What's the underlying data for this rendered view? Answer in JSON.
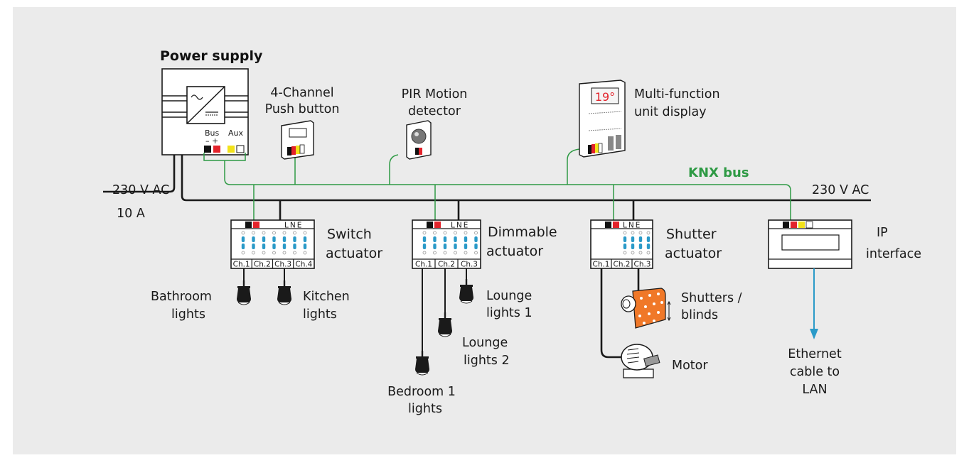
{
  "colors": {
    "background": "#ebebeb",
    "knx_bus": "#2e9a44",
    "mains": "#1a1a1a",
    "ethernet": "#2a9ac8",
    "terminal_black": "#111111",
    "terminal_red": "#e3232b",
    "terminal_yellow": "#f2e21a",
    "shutter": "#f07828"
  },
  "power_supply": {
    "title": "Power supply",
    "bus_label": "Bus",
    "bus_polarity": "– +",
    "aux_label": "Aux"
  },
  "devices": {
    "push_button": [
      "4-Channel",
      "Push button"
    ],
    "pir": [
      "PIR Motion",
      "detector"
    ],
    "multifunction": [
      "Multi-function",
      "unit display"
    ],
    "multifunction_readout": "19°"
  },
  "bus": {
    "knx_label": "KNX bus",
    "mains_left": "230 V AC",
    "mains_right": "230 V AC",
    "fuse": "10 A"
  },
  "actuators": {
    "terminal_label": "LNE",
    "switch": {
      "name": [
        "Switch",
        "actuator"
      ],
      "channels": [
        "Ch.1",
        "Ch.2",
        "Ch.3",
        "Ch.4"
      ]
    },
    "dimmable": {
      "name": [
        "Dimmable",
        "actuator"
      ],
      "channels": [
        "Ch.1",
        "Ch.2",
        "Ch.3"
      ]
    },
    "shutter": {
      "name": [
        "Shutter",
        "actuator"
      ],
      "channels": [
        "Ch.1",
        "Ch.2",
        "Ch.3"
      ]
    },
    "ip": {
      "name": [
        "IP",
        "interface"
      ]
    }
  },
  "loads": {
    "bathroom": [
      "Bathroom",
      "lights"
    ],
    "kitchen": [
      "Kitchen",
      "lights"
    ],
    "lounge1": [
      "Lounge",
      "lights 1"
    ],
    "lounge2": [
      "Lounge",
      "lights 2"
    ],
    "bedroom": [
      "Bedroom 1",
      "lights"
    ],
    "shutters": [
      "Shutters /",
      "blinds"
    ],
    "motor": "Motor",
    "ethernet": [
      "Ethernet",
      "cable to",
      "LAN"
    ]
  }
}
